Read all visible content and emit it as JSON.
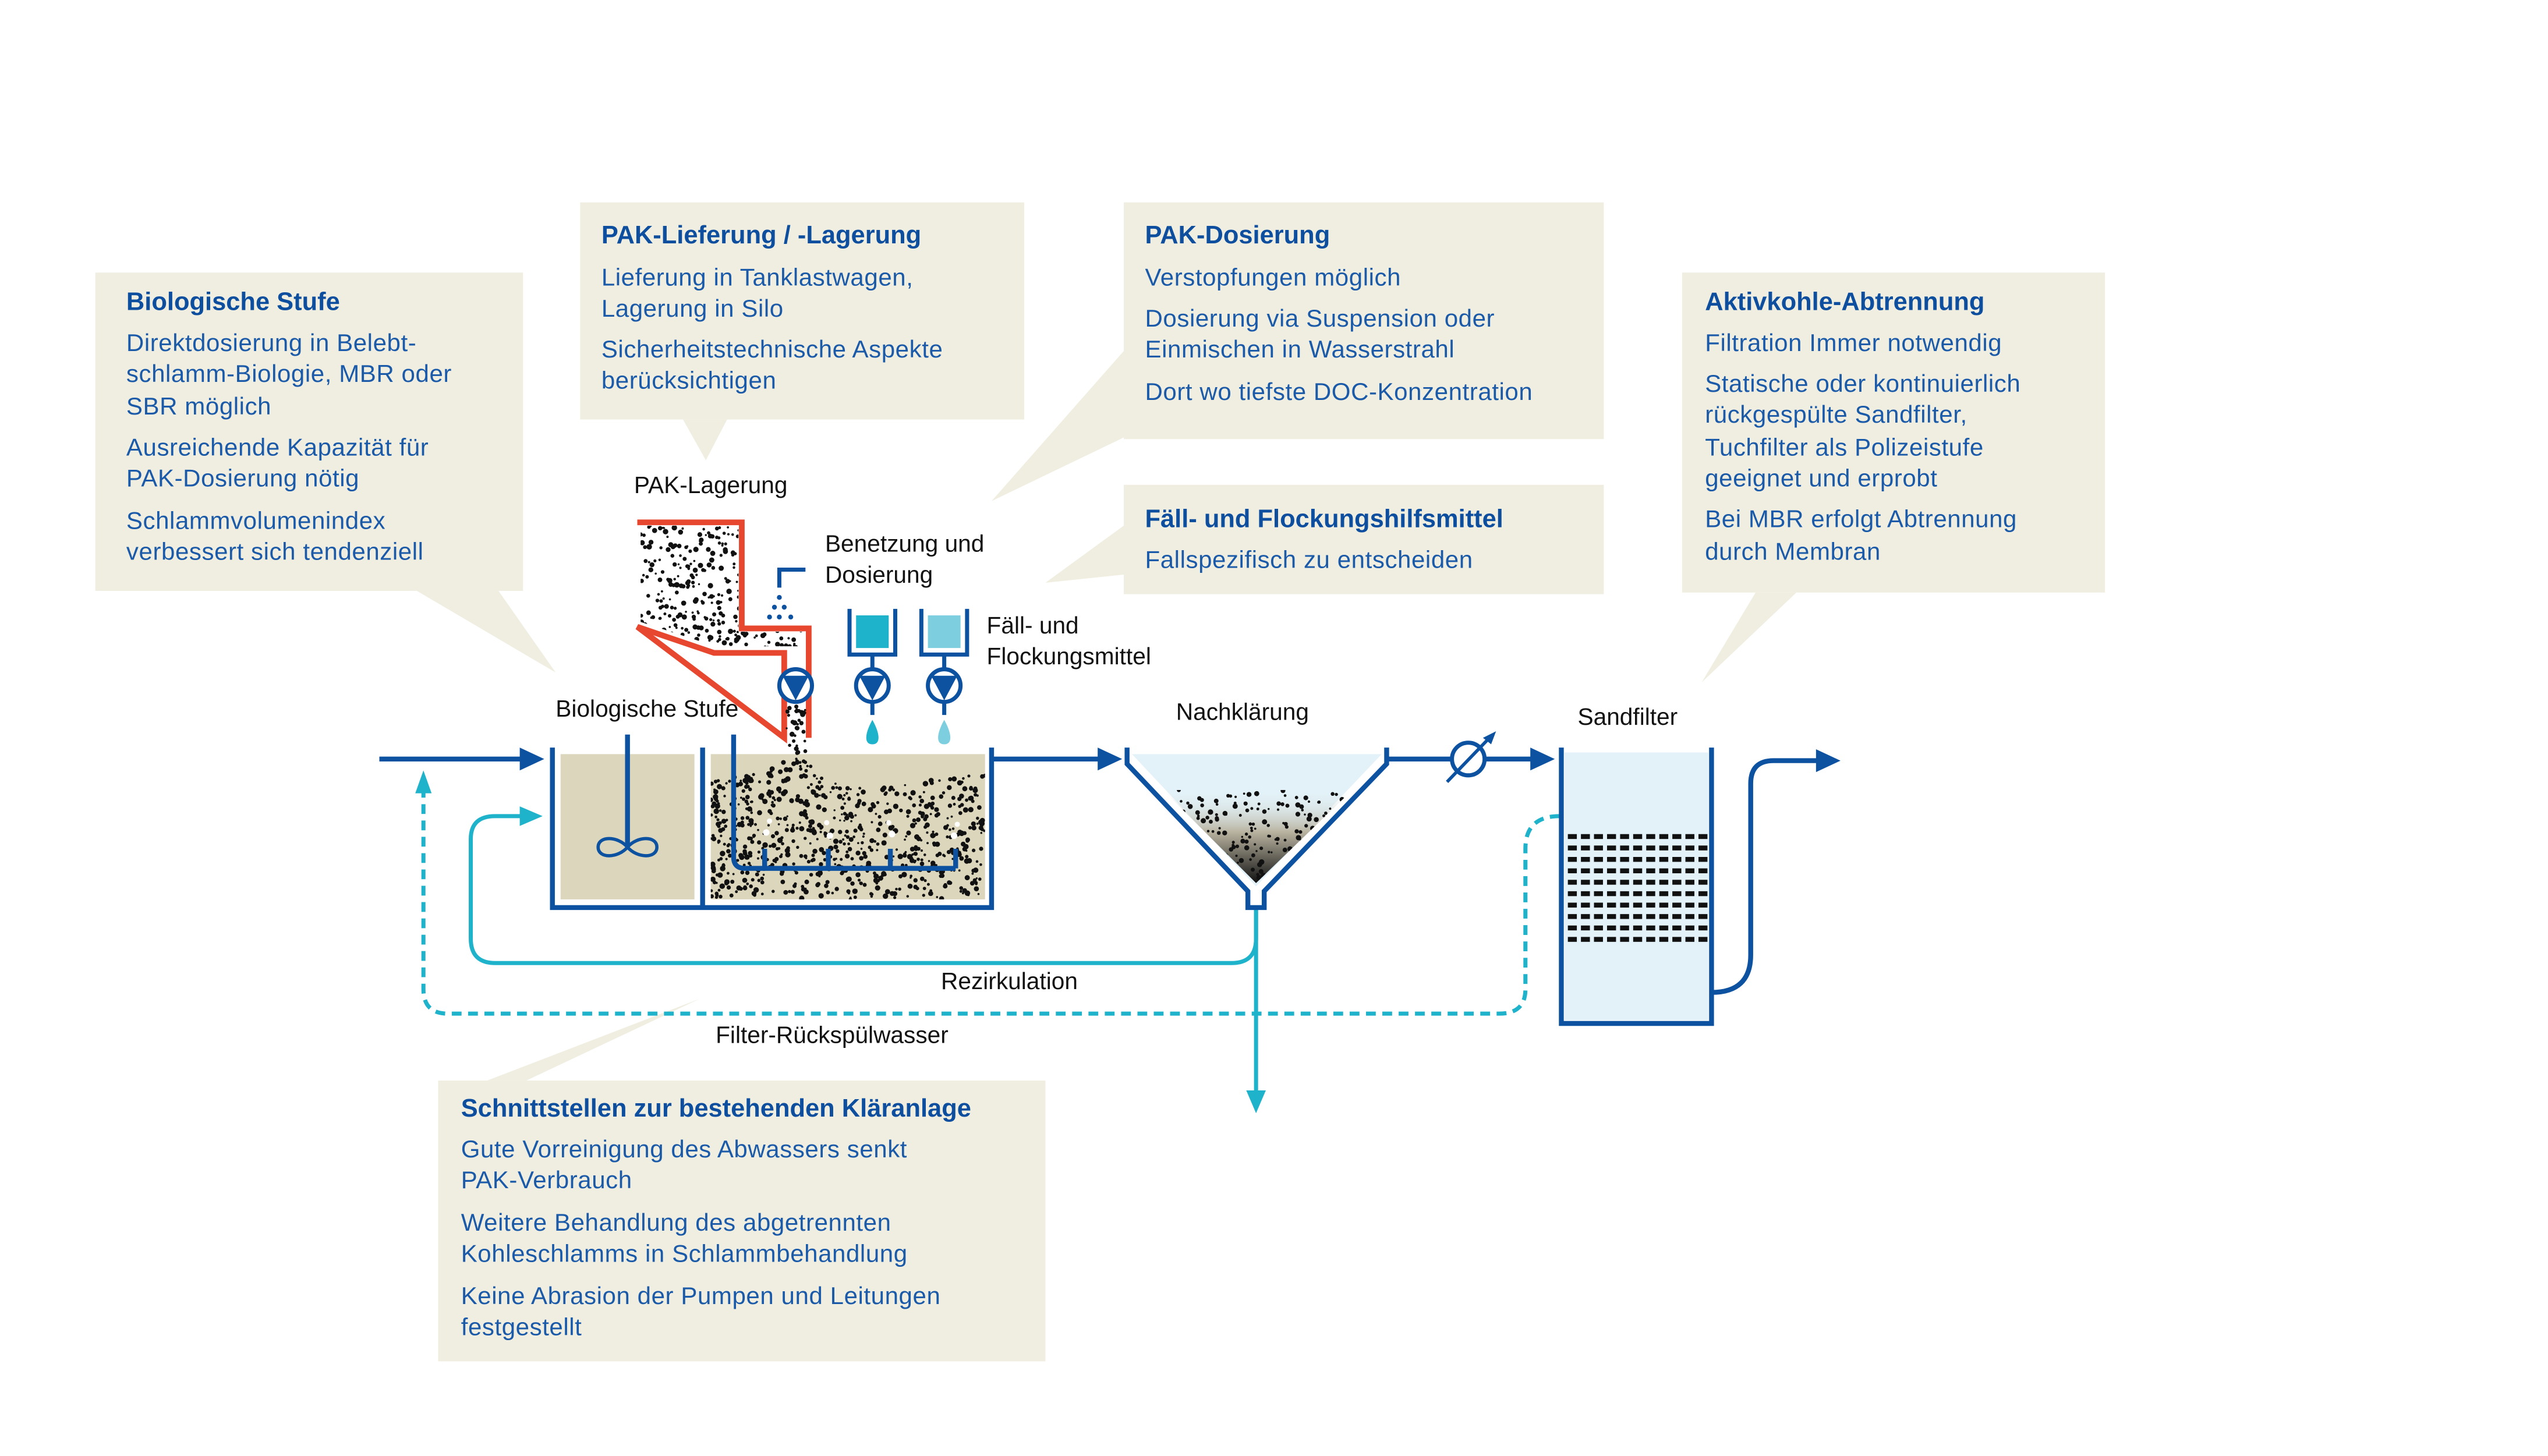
{
  "colors": {
    "accent_blue": "#0d52a0",
    "cyan": "#1fb3cb",
    "light_cyan": "#7dcfe0",
    "silo_red": "#e8472f",
    "box_bg": "#f0eee0",
    "sludge": "#dcd6bd",
    "water": "#e3f2f8"
  },
  "boxes": {
    "bio": {
      "title": "Biologische Stufe",
      "lines": [
        "Direktdosierung in Belebt-",
        "schlamm-Biologie, MBR oder",
        "SBR möglich",
        "Ausreichende Kapazität für",
        "PAK-Dosierung nötig",
        "Schlammvolumenindex",
        "verbessert sich tendenziell"
      ]
    },
    "lieferung": {
      "title": "PAK-Lieferung / -Lagerung",
      "lines": [
        "Lieferung in Tanklastwagen,",
        "Lagerung in Silo",
        "Sicherheitstechnische Aspekte",
        "berücksichtigen"
      ]
    },
    "dosierung": {
      "title": "PAK-Dosierung",
      "lines": [
        "Verstopfungen möglich",
        "Dosierung via Suspension oder",
        "Einmischen in Wasserstrahl",
        "Dort wo tiefste DOC-Konzentration"
      ]
    },
    "faell": {
      "title": "Fäll- und Flockungshilfsmittel",
      "lines": [
        "Fallspezifisch zu entscheiden"
      ]
    },
    "aktivkohle": {
      "title": "Aktivkohle-Abtrennung",
      "lines": [
        "Filtration Immer notwendig",
        "Statische oder kontinuierlich",
        "rückgespülte Sandfilter,",
        "Tuchfilter als Polizeistufe",
        "geeignet und erprobt",
        "Bei MBR erfolgt Abtrennung",
        "durch Membran"
      ]
    },
    "schnittstellen": {
      "title": "Schnittstellen zur bestehenden Kläranlage",
      "lines": [
        "Gute Vorreinigung des Abwassers senkt",
        "PAK-Verbrauch",
        "Weitere Behandlung des abgetrennten",
        "Kohleschlamms in Schlammbehandlung",
        "Keine Abrasion der Pumpen und Leitungen",
        "festgestellt"
      ]
    }
  },
  "labels": {
    "bio_stage": "Biologische Stufe",
    "pak_storage": "PAK-Lagerung",
    "wetting_1": "Benetzung und",
    "wetting_2": "Dosierung",
    "coag_1": "Fäll- und",
    "coag_2": "Flockungsmittel",
    "clarifier": "Nachklärung",
    "sandfilter": "Sandfilter",
    "recirculation": "Rezirkulation",
    "backwash": "Filter-Rückspülwasser"
  }
}
